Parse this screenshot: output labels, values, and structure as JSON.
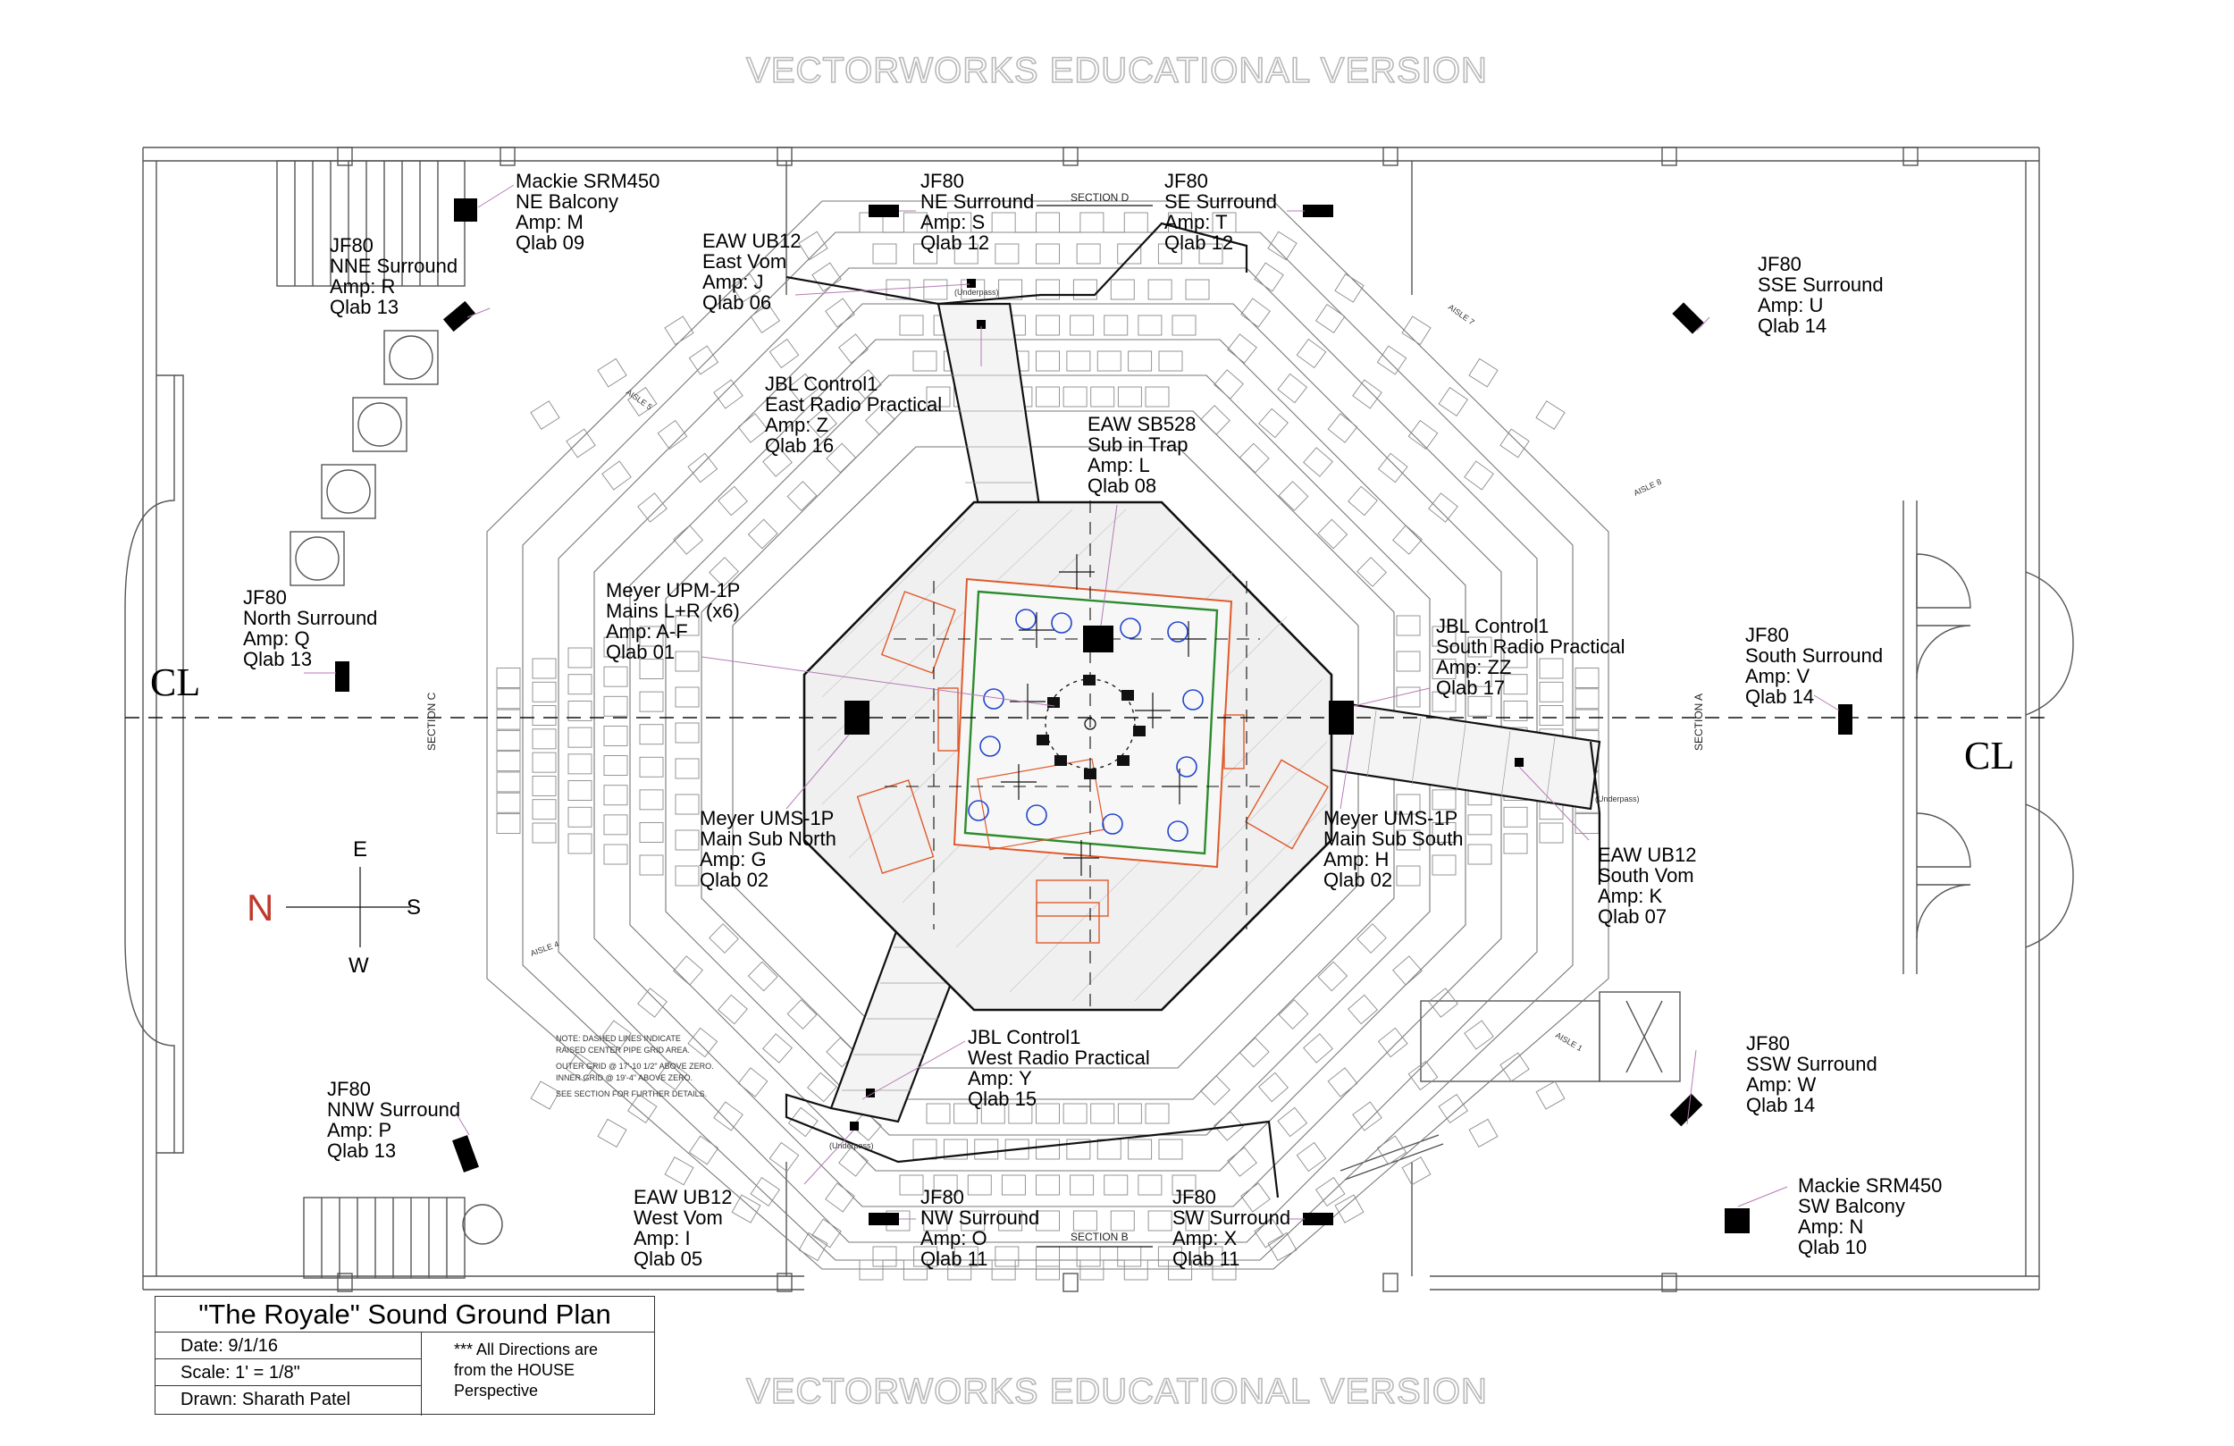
{
  "watermark": "VECTORWORKS EDUCATIONAL VERSION",
  "centerline": "CL",
  "compass": {
    "n": "N",
    "e": "E",
    "s": "S",
    "w": "W",
    "n_color": "#c0392b"
  },
  "sections": {
    "a": "SECTION A",
    "b": "SECTION B",
    "c": "SECTION C",
    "d": "SECTION D"
  },
  "aisles": [
    "AISLE 1",
    "AISLE 4",
    "AISLE 5",
    "AISLE 7",
    "AISLE 8"
  ],
  "underpass": "(Underpass)",
  "speakers": [
    {
      "id": "ne-balcony",
      "lines": [
        "Mackie SRM450",
        "NE Balcony",
        "Amp: M",
        "Qlab 09"
      ]
    },
    {
      "id": "nne-surround",
      "lines": [
        "JF80",
        "NNE Surround",
        "Amp: R",
        "Qlab 13"
      ]
    },
    {
      "id": "east-vom",
      "lines": [
        "EAW UB12",
        "East Vom",
        "Amp: J",
        "Qlab 06"
      ]
    },
    {
      "id": "ne-surround",
      "lines": [
        "JF80",
        "NE Surround",
        "Amp: S",
        "Qlab 12"
      ]
    },
    {
      "id": "se-surround",
      "lines": [
        "JF80",
        "SE Surround",
        "Amp: T",
        "Qlab 12"
      ]
    },
    {
      "id": "sse-surround",
      "lines": [
        "JF80",
        "SSE Surround",
        "Amp: U",
        "Qlab 14"
      ]
    },
    {
      "id": "east-radio",
      "lines": [
        "JBL Control1",
        "East Radio Practical",
        "Amp: Z",
        "Qlab 16"
      ]
    },
    {
      "id": "sub-trap",
      "lines": [
        "EAW SB528",
        "Sub in Trap",
        "Amp: L",
        "Qlab 08"
      ]
    },
    {
      "id": "north-surround",
      "lines": [
        "JF80",
        "North Surround",
        "Amp: Q",
        "Qlab 13"
      ]
    },
    {
      "id": "mains",
      "lines": [
        "Meyer UPM-1P",
        "Mains L+R (x6)",
        "Amp: A-F",
        "Qlab 01"
      ]
    },
    {
      "id": "south-radio",
      "lines": [
        "JBL Control1",
        "South Radio Practical",
        "Amp: ZZ",
        "Qlab 17"
      ]
    },
    {
      "id": "south-surround",
      "lines": [
        "JF80",
        "South Surround",
        "Amp: V",
        "Qlab 14"
      ]
    },
    {
      "id": "main-sub-north",
      "lines": [
        "Meyer UMS-1P",
        "Main Sub North",
        "Amp: G",
        "Qlab 02"
      ]
    },
    {
      "id": "main-sub-south",
      "lines": [
        "Meyer UMS-1P",
        "Main Sub South",
        "Amp: H",
        "Qlab 02"
      ]
    },
    {
      "id": "south-vom",
      "lines": [
        "EAW UB12",
        "South Vom",
        "Amp: K",
        "Qlab 07"
      ]
    },
    {
      "id": "west-radio",
      "lines": [
        "JBL Control1",
        "West Radio Practical",
        "Amp: Y",
        "Qlab 15"
      ]
    },
    {
      "id": "nnw-surround",
      "lines": [
        "JF80",
        "NNW Surround",
        "Amp: P",
        "Qlab 13"
      ]
    },
    {
      "id": "ssw-surround",
      "lines": [
        "JF80",
        "SSW Surround",
        "Amp: W",
        "Qlab 14"
      ]
    },
    {
      "id": "west-vom",
      "lines": [
        "EAW UB12",
        "West Vom",
        "Amp: I",
        "Qlab 05"
      ]
    },
    {
      "id": "nw-surround",
      "lines": [
        "JF80",
        "NW Surround",
        "Amp: O",
        "Qlab 11"
      ]
    },
    {
      "id": "sw-surround",
      "lines": [
        "JF80",
        "SW Surround",
        "Amp: X",
        "Qlab 11"
      ]
    },
    {
      "id": "sw-balcony",
      "lines": [
        "Mackie SRM450",
        "SW Balcony",
        "Amp: N",
        "Qlab 10"
      ]
    }
  ],
  "notes": [
    "NOTE: DASHED LINES INDICATE",
    "RAISED CENTER PIPE GRID AREA.",
    "OUTER GRID @ 17'-10 1/2\" ABOVE ZERO.",
    "INNER GRID @ 19'-4\" ABOVE ZERO.",
    "SEE SECTION FOR FURTHER DETAILS."
  ],
  "title_block": {
    "title": "\"The Royale\" Sound Ground Plan",
    "date": "Date: 9/1/16",
    "scale": "Scale: 1' = 1/8\"",
    "drawn": "Drawn: Sharath Patel",
    "note_lines": [
      "*** All Directions are",
      "from the HOUSE",
      "Perspective"
    ]
  },
  "colors": {
    "stage_outline": "#e05a2b",
    "inner_grid": "#2e8b2e",
    "circles": "#2244cc",
    "leader": "#b57bb5"
  }
}
